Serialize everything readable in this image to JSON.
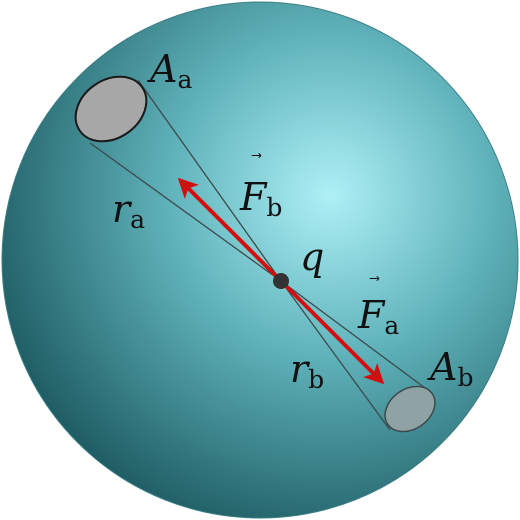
{
  "labels": {
    "area_a": {
      "symbol": "A",
      "subscript": "a"
    },
    "area_b": {
      "symbol": "A",
      "subscript": "b"
    },
    "force_a": {
      "symbol": "F",
      "arrow": "⃗",
      "subscript": "a"
    },
    "force_b": {
      "symbol": "F",
      "arrow": "⃗",
      "subscript": "b"
    },
    "radius_a": {
      "symbol": "r",
      "subscript": "a"
    },
    "radius_b": {
      "symbol": "r",
      "subscript": "b"
    },
    "charge": {
      "symbol": "q"
    }
  },
  "colors": {
    "sphere_light": "#aef0f6",
    "sphere_mid": "#5fb2ba",
    "sphere_dark": "#1d5a61",
    "area_fill": "#a7a7a7",
    "area_b_fill": "#8fa3a5",
    "cone_line": "#3c4a4c",
    "force_arrow": "#d01010",
    "charge_dot": "#333333"
  }
}
